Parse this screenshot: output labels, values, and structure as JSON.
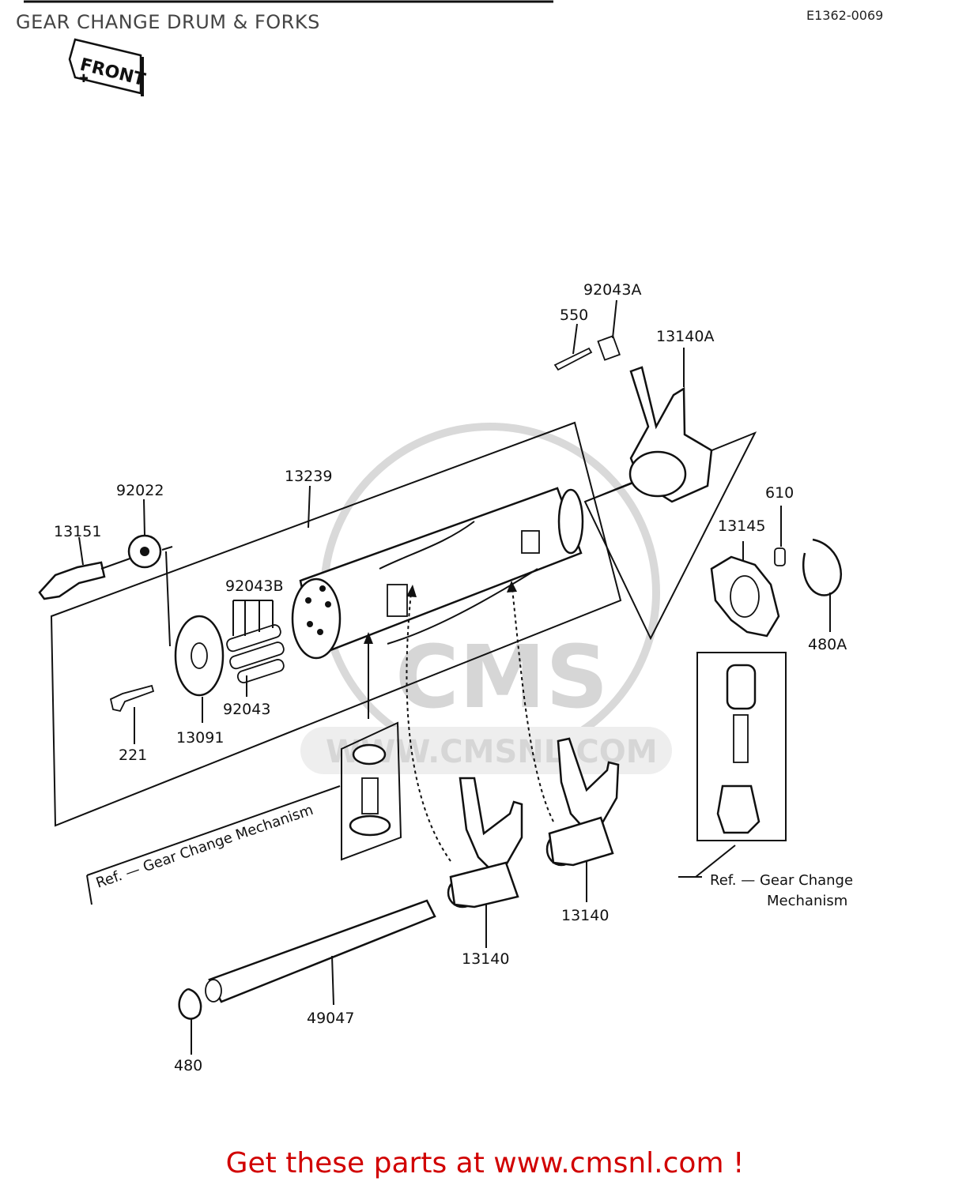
{
  "header": {
    "title": "GEAR CHANGE DRUM & FORKS",
    "diagram_code": "E1362-0069",
    "front_marker": "FRONT"
  },
  "watermark": {
    "logo_text": "CMS",
    "url_text": "WWW.CMSNL.COM"
  },
  "parts": {
    "p92043A": "92043A",
    "p550": "550",
    "p13140A": "13140A",
    "p13239": "13239",
    "p92022": "92022",
    "p13151": "13151",
    "p92043B": "92043B",
    "p92043": "92043",
    "p13091": "13091",
    "p221": "221",
    "p610": "610",
    "p13145": "13145",
    "p480A": "480A",
    "p13140_left": "13140",
    "p13140_right": "13140",
    "p49047": "49047",
    "p480": "480"
  },
  "references": {
    "ref_left": "Ref. — Gear Change Mechanism",
    "ref_right_line1": "Ref. — Gear Change",
    "ref_right_line2": "Mechanism"
  },
  "footer": {
    "cta": "Get these parts at www.cmsnl.com !",
    "cta_color": "#d10000"
  }
}
